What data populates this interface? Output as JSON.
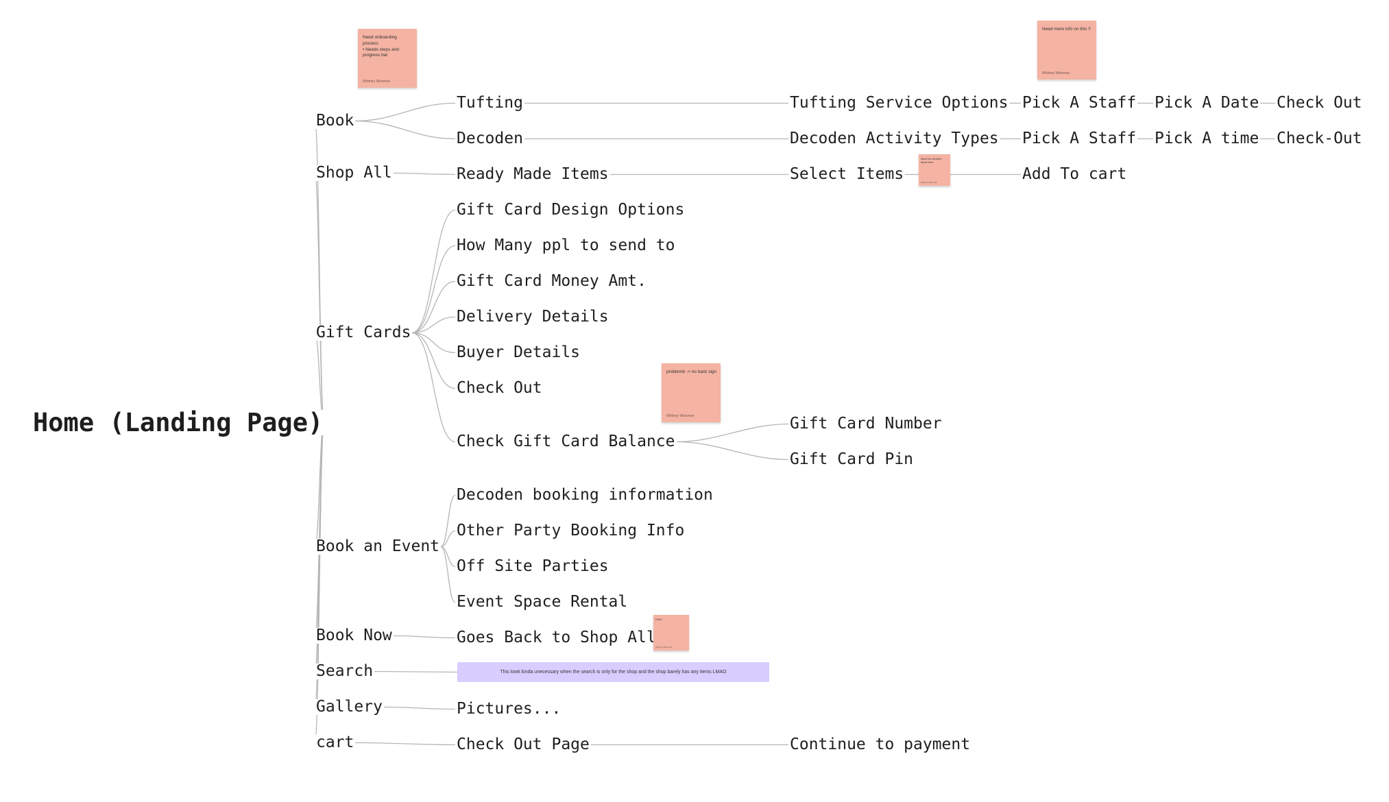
{
  "root": "Home (Landing Page)",
  "branches": {
    "book": "Book",
    "shop_all": "Shop All",
    "gift_cards": "Gift Cards",
    "book_event": "Book an Event",
    "book_now": "Book Now",
    "search": "Search",
    "gallery": "Gallery",
    "cart": "cart"
  },
  "book": {
    "tufting": "Tufting",
    "decoden": "Decoden",
    "tufting_flow": [
      "Tufting Service Options",
      "Pick A Staff",
      "Pick A Date",
      "Check Out"
    ],
    "decoden_flow": [
      "Decoden Activity Types",
      "Pick A Staff",
      "Pick A time",
      "Check-Out"
    ]
  },
  "shop_all": {
    "ready_made": "Ready Made Items",
    "select_items": "Select Items",
    "add_to_cart": "Add To cart"
  },
  "gift_cards": {
    "items": [
      "Gift Card Design Options",
      "How Many ppl to send to",
      "Gift Card Money Amt.",
      "Delivery Details",
      "Buyer Details",
      "Check Out"
    ],
    "balance": "Check Gift Card Balance",
    "balance_items": [
      "Gift Card Number",
      "Gift Card Pin"
    ]
  },
  "book_event": {
    "items": [
      "Decoden booking information",
      "Other Party Booking Info",
      "Off Site Parties",
      "Event Space Rental"
    ]
  },
  "book_now": {
    "goes_back": "Goes Back to Shop All"
  },
  "search": {
    "note": "This lowk kinda unecessary when the search is only for the shop and the shop barely has any items LMAO"
  },
  "gallery": {
    "pictures": "Pictures..."
  },
  "cart": {
    "checkout_page": "Check Out Page",
    "continue": "Continue to payment"
  },
  "stickies": [
    {
      "text": "Need onboarding process\n  •  Needs steps and\n     progress bar",
      "author": "Whitney Wiseman"
    },
    {
      "text": "Need more info on this !!",
      "author": "Whitney Wiseman"
    },
    {
      "text": "Need an element\nshow here",
      "author": "Whitney Wiseman"
    },
    {
      "text": "problemb -> no back sign",
      "author": "Whitney Wiseman"
    },
    {
      "text": "Huh!!",
      "author": "Whitney Wiseman"
    }
  ],
  "colors": {
    "connector": "#b5b5b5",
    "sticky": "#f4b3a3",
    "banner": "#d9ccff",
    "text": "#1e1e1e"
  }
}
